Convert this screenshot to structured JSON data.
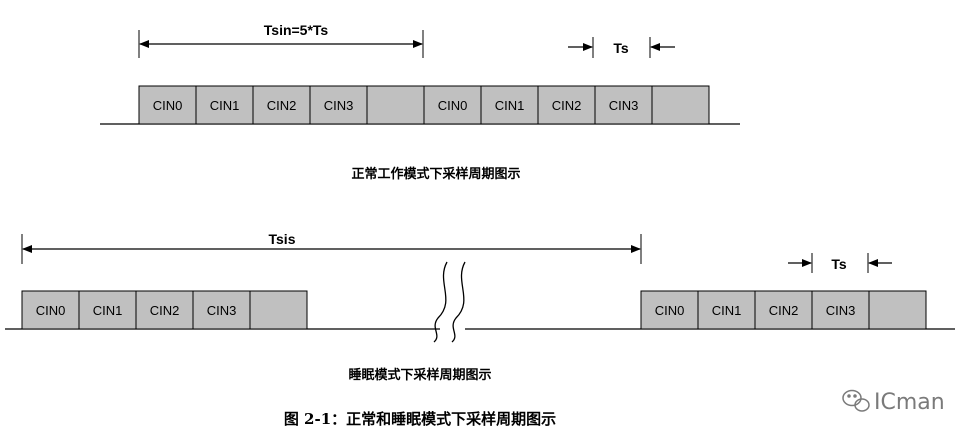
{
  "top": {
    "span_label": "Tsin=5*Ts",
    "ts_label": "Ts",
    "cells": [
      "CIN0",
      "CIN1",
      "CIN2",
      "CIN3",
      "",
      "CIN0",
      "CIN1",
      "CIN2",
      "CIN3",
      ""
    ],
    "caption": "正常工作模式下采样周期图示"
  },
  "bottom": {
    "span_label": "Tsis",
    "ts_label": "Ts",
    "cells_left": [
      "CIN0",
      "CIN1",
      "CIN2",
      "CIN3",
      ""
    ],
    "cells_right": [
      "CIN0",
      "CIN1",
      "CIN2",
      "CIN3",
      ""
    ],
    "caption": "睡眠模式下采样周期图示"
  },
  "figure_caption": "图 2-1：正常和睡眠模式下采样周期图示",
  "watermark": {
    "text": "ICman",
    "icon": "wechat-icon"
  },
  "colors": {
    "cell_fill": "#c0c0c0",
    "stroke": "#000000",
    "watermark": "#7a7a7a"
  }
}
